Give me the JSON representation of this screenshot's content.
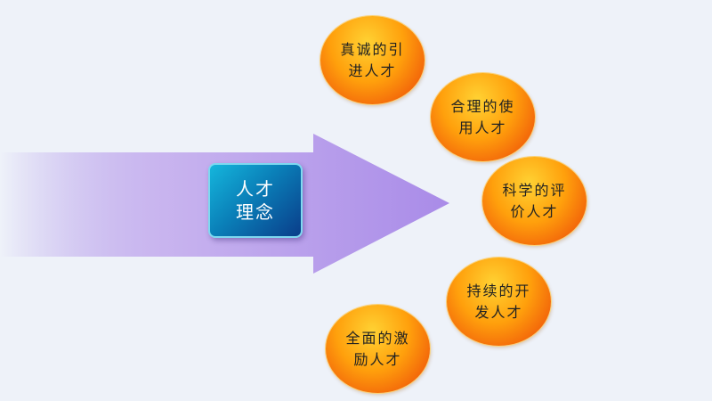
{
  "center": {
    "line1": "人才",
    "line2": "理念"
  },
  "items": [
    {
      "label": "真诚的引进人才"
    },
    {
      "label": "合理的使用人才"
    },
    {
      "label": "科学的评价人才"
    },
    {
      "label": "持续的开发人才"
    },
    {
      "label": "全面的激励人才"
    }
  ],
  "colors": {
    "arrow": "#a98be8",
    "box": "#0a7fb8",
    "ball": "#f58a0c"
  }
}
